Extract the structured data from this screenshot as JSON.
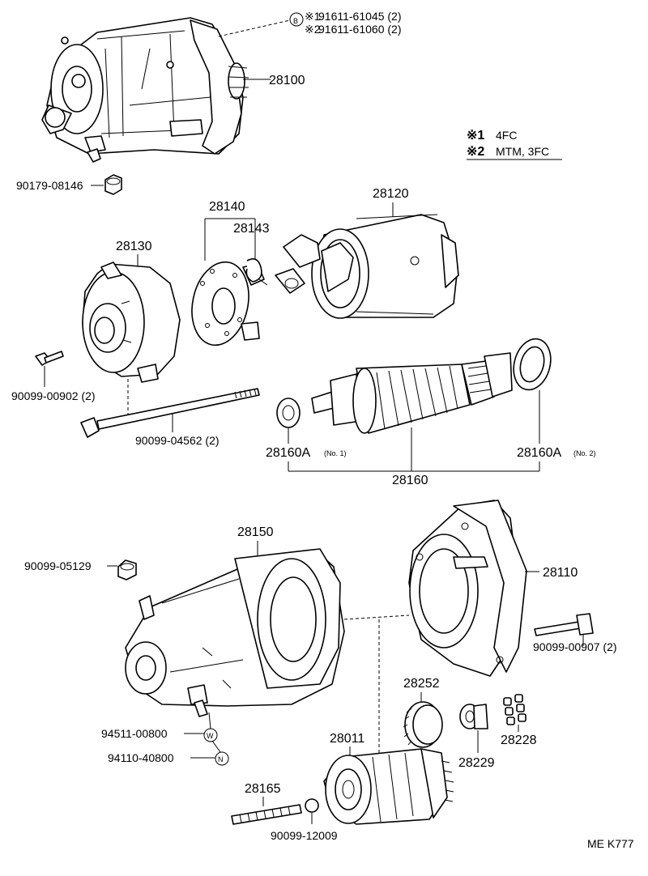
{
  "diagram_code": "ME K777",
  "notes": {
    "circle_b": "B",
    "note1_mark": "※1",
    "note1_code": "91611-61045 (2)",
    "note2_mark": "※2",
    "note2_code": "91611-61060 (2)",
    "legend1_mark": "※1",
    "legend1_text": "4FC",
    "legend2_mark": "※2",
    "legend2_text": "MTM, 3FC"
  },
  "parts": {
    "p28100": "28100",
    "p90179_08146": "90179-08146",
    "p28140": "28140",
    "p28143": "28143",
    "p28120": "28120",
    "p28130": "28130",
    "p90099_00902": "90099-00902 (2)",
    "p90099_04562": "90099-04562 (2)",
    "p28160A_1": "28160A",
    "p28160A_1_sub": "(No. 1)",
    "p28160A_2": "28160A",
    "p28160A_2_sub": "(No. 2)",
    "p28160": "28160",
    "p28150": "28150",
    "p28110": "28110",
    "p90099_05129": "90099-05129",
    "p90099_00907": "90099-00907 (2)",
    "p28252": "28252",
    "p28011": "28011",
    "p28228": "28228",
    "p28229": "28229",
    "p94511_00800": "94511-00800",
    "p94110_40800": "94110-40800",
    "circle_w": "W",
    "circle_n": "N",
    "p28165": "28165",
    "p90099_12009": "90099-12009"
  }
}
